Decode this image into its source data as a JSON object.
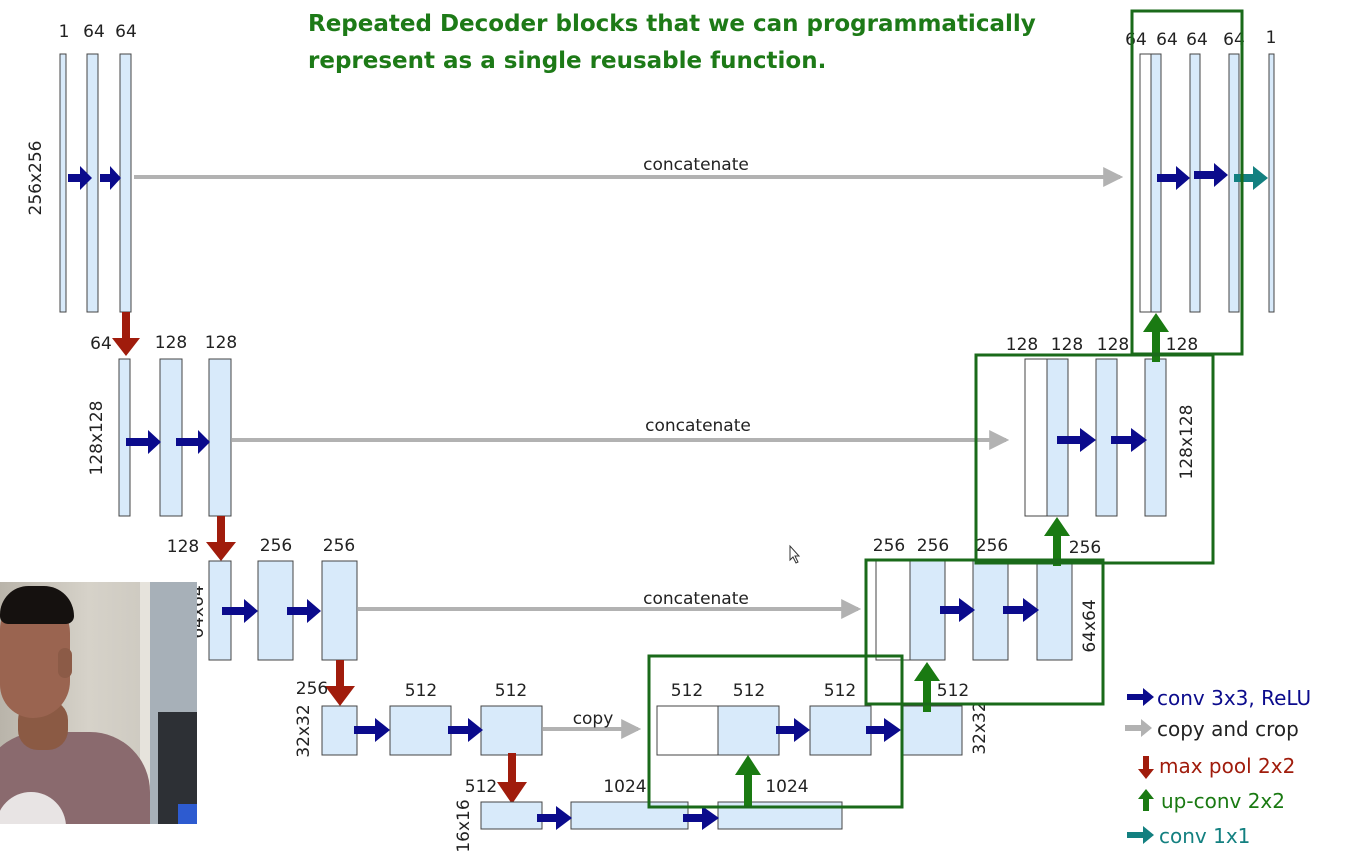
{
  "heading": {
    "line1": "Repeated Decoder blocks that we can programmatically",
    "line2": "represent as a single reusable function."
  },
  "colors": {
    "block_fill": "#d8eafa",
    "block_stroke": "#444444",
    "conv": "#0b0b8c",
    "copy": "#b2b2b2",
    "pool": "#a01c0c",
    "upconv": "#1a7a12",
    "conv1x1": "#138080",
    "decoder_frame": "#1a6a1a",
    "heading": "#1d7a17"
  },
  "levels": {
    "l1": {
      "size": "256x256",
      "channels": [
        "1",
        "64",
        "64"
      ],
      "dec_channels": [
        "64",
        "64",
        "64",
        "64",
        "1"
      ],
      "connection": "concatenate"
    },
    "l2": {
      "size": "128x128",
      "channels": [
        "64",
        "128",
        "128"
      ],
      "dec_channels": [
        "128",
        "128",
        "128",
        "128"
      ],
      "dec_size": "128x128",
      "connection": "concatenate"
    },
    "l3": {
      "size": "64x64",
      "channels": [
        "128",
        "256",
        "256"
      ],
      "dec_channels": [
        "256",
        "256",
        "256",
        "256"
      ],
      "dec_size": "64x64",
      "connection": "concatenate"
    },
    "l4": {
      "size": "32x32",
      "channels": [
        "256",
        "512",
        "512"
      ],
      "dec_channels": [
        "512",
        "512",
        "512",
        "512"
      ],
      "dec_size": "32x32",
      "connection": "copy"
    },
    "l5": {
      "size": "16x16",
      "channels": [
        "512",
        "1024",
        "1024"
      ]
    }
  },
  "legend": [
    {
      "icon": "conv-arrow-icon",
      "label": "conv 3x3, ReLU",
      "color": "#0b0b8c"
    },
    {
      "icon": "copy-arrow-icon",
      "label": "copy and crop",
      "color": "#222222"
    },
    {
      "icon": "maxpool-arrow-icon",
      "label": "max pool 2x2",
      "color": "#a01c0c"
    },
    {
      "icon": "upconv-arrow-icon",
      "label": "up-conv 2x2",
      "color": "#1a7a12"
    },
    {
      "icon": "conv1x1-arrow-icon",
      "label": "conv 1x1",
      "color": "#138080"
    }
  ]
}
